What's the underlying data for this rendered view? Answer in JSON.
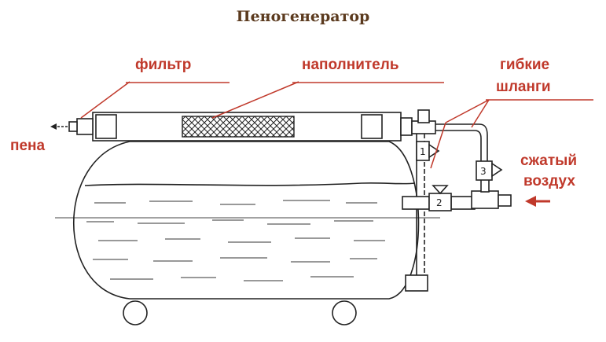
{
  "title": "Пеногенератор",
  "labels": {
    "filter": "фильтр",
    "filler": "наполнитель",
    "hoses_line1": "гибкие",
    "hoses_line2": "шланги",
    "foam": "пена",
    "air_line1": "сжатый",
    "air_line2": "воздух"
  },
  "valves": [
    "1",
    "2",
    "3"
  ],
  "colors": {
    "title": "#5b3a1e",
    "label": "#c0392b",
    "ink": "#222222"
  }
}
